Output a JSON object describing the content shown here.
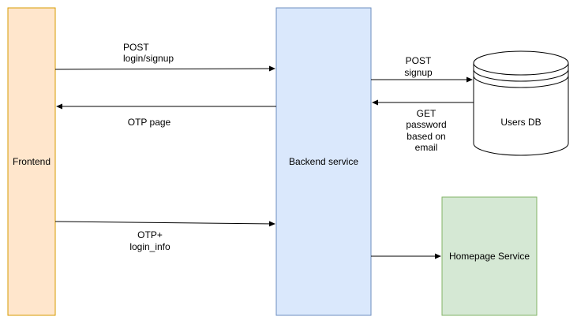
{
  "colors": {
    "frontend_fill": "#ffe6cc",
    "frontend_stroke": "#d79b00",
    "backend_fill": "#dae8fc",
    "backend_stroke": "#6c8ebf",
    "homepage_fill": "#d5e8d4",
    "homepage_stroke": "#82b366",
    "db_fill": "#ffffff",
    "db_stroke": "#000000",
    "edge": "#000000"
  },
  "nodes": {
    "frontend": {
      "label": "Frontend"
    },
    "backend": {
      "label": "Backend service"
    },
    "users_db": {
      "label": "Users DB"
    },
    "homepage": {
      "label": "Homepage Service"
    }
  },
  "edges": {
    "post_login": {
      "lines": [
        "POST",
        "login/signup"
      ]
    },
    "otp_page": {
      "lines": [
        "OTP page"
      ]
    },
    "otp_login": {
      "lines": [
        "OTP+",
        "login_info"
      ]
    },
    "post_signup": {
      "lines": [
        "POST",
        "signup"
      ]
    },
    "get_password": {
      "lines": [
        "GET",
        "password",
        "based on",
        "email"
      ]
    },
    "to_homepage": {
      "lines": []
    }
  }
}
